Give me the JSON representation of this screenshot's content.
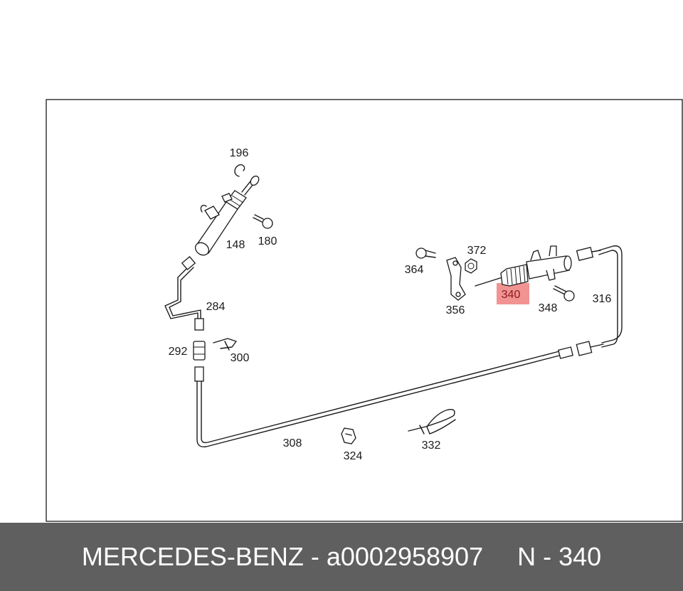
{
  "diagram": {
    "highlight_color": "#f29393",
    "highlighted_part": "340",
    "part_labels": [
      "196",
      "148",
      "180",
      "284",
      "292",
      "300",
      "308",
      "324",
      "332",
      "364",
      "372",
      "356",
      "340",
      "348",
      "316"
    ]
  },
  "footer": {
    "brand": "MERCEDES-BENZ",
    "separator": " - ",
    "part_number": "a0002958907",
    "ref": "N - 340"
  }
}
